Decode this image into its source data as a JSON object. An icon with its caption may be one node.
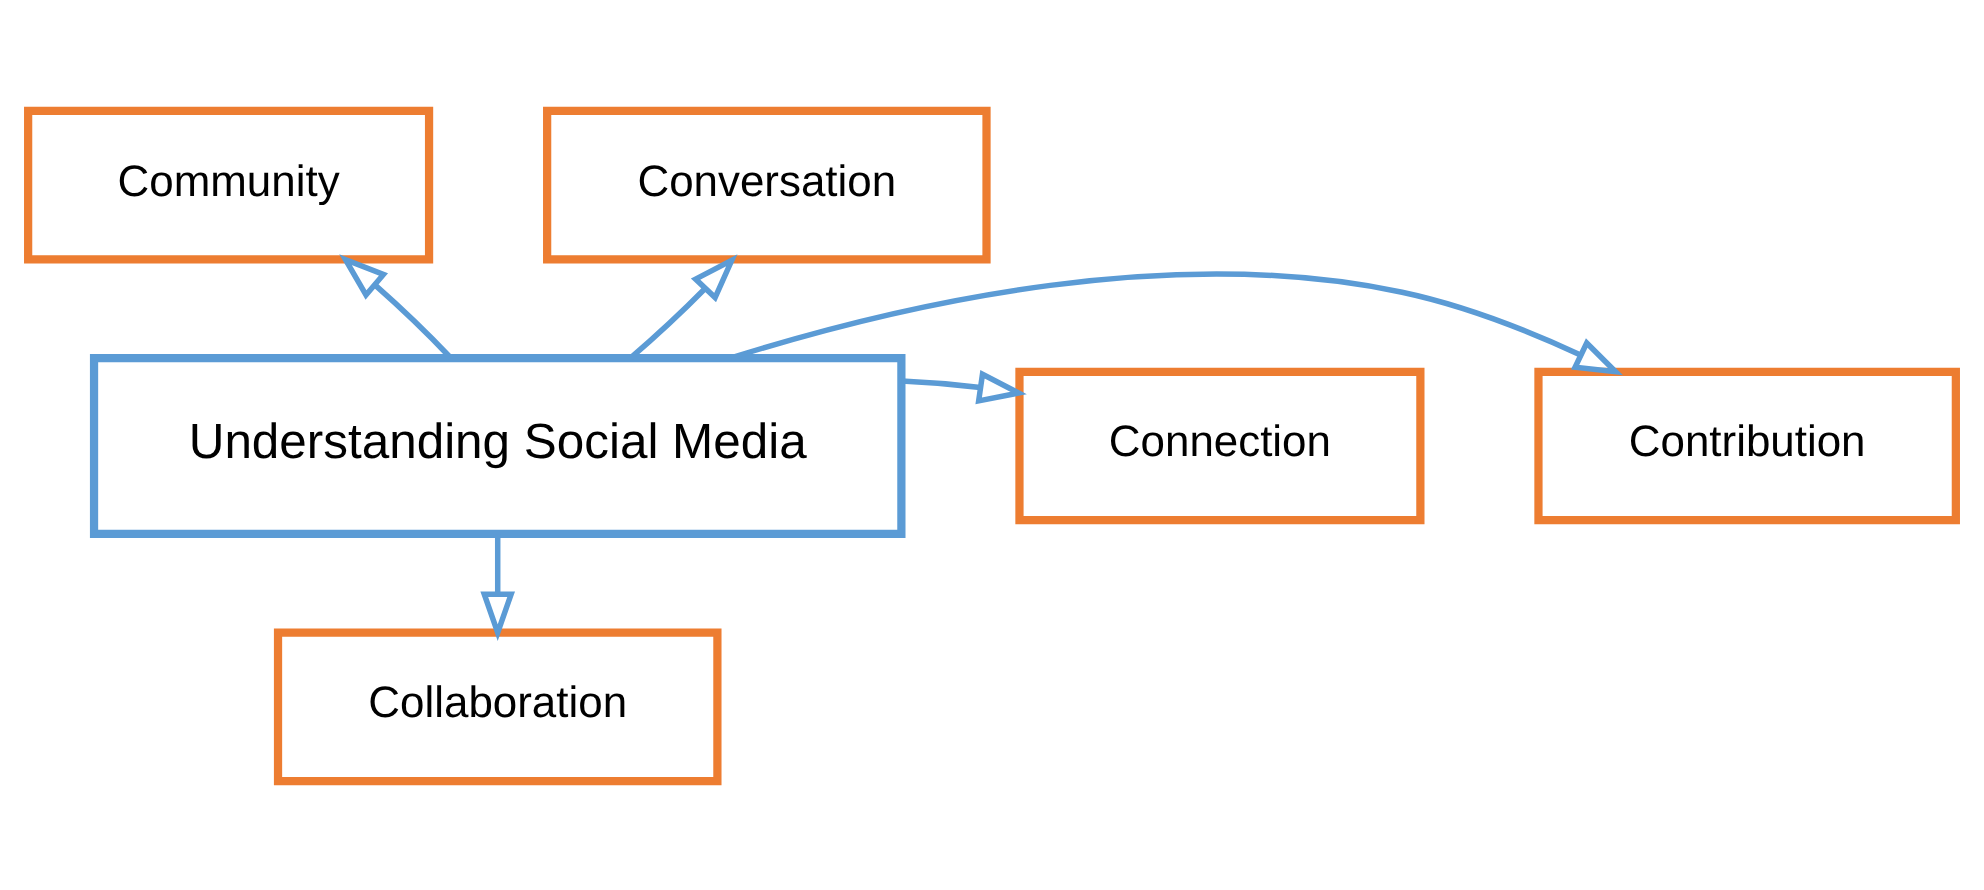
{
  "diagram": {
    "nodes": [
      {
        "text": [
          "Community"
        ]
      },
      {
        "text": [
          "Conversation"
        ]
      },
      {
        "text": [
          "Connection"
        ]
      },
      {
        "text": [
          "Understanding Social Media"
        ]
      },
      {
        "text": [
          "Contribution"
        ]
      },
      {
        "text": [
          "Collaboration"
        ]
      }
    ],
    "edges": [
      {
        "from": 3,
        "to": 0,
        "arrow": "to"
      },
      {
        "from": 3,
        "to": 1,
        "arrow": "to"
      },
      {
        "from": 3,
        "to": 2,
        "arrow": "to"
      },
      {
        "from": 3,
        "to": 4,
        "arrow": "to"
      },
      {
        "from": 3,
        "to": 5,
        "arrow": "to"
      }
    ]
  }
}
